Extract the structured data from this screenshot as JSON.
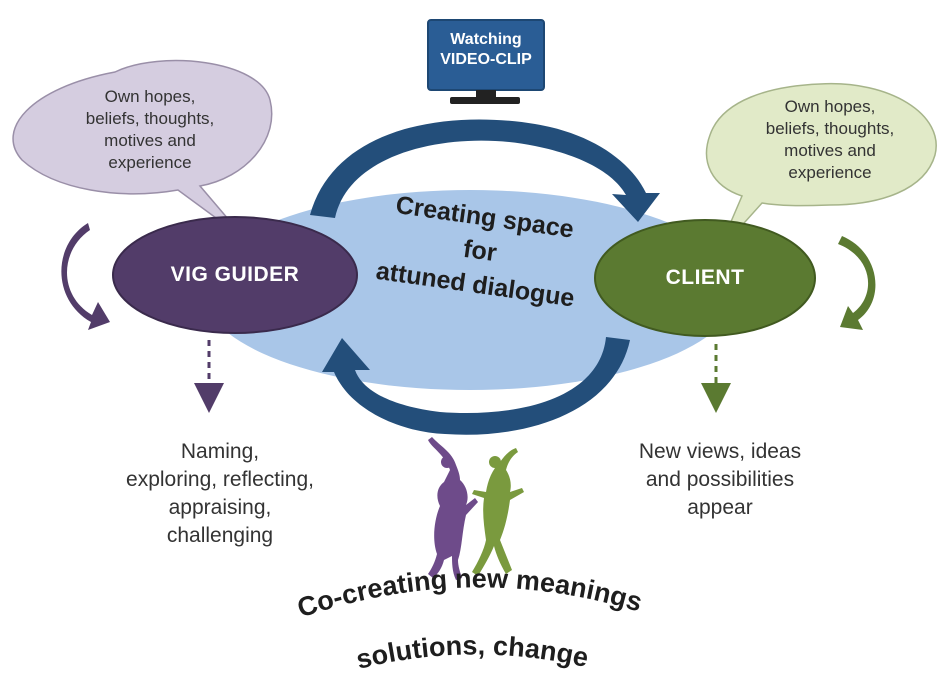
{
  "monitor": {
    "line1": "Watching",
    "line2": "VIDEO-CLIP"
  },
  "center": {
    "line1": "Creating space",
    "line2": "for",
    "line3": "attuned dialogue"
  },
  "guider": {
    "label": "VIG GUIDER",
    "bubble": [
      "Own hopes,",
      "beliefs, thoughts,",
      "motives and",
      "experience"
    ],
    "outcome": [
      "Naming,",
      "exploring, reflecting,",
      "appraising,",
      "challenging"
    ]
  },
  "client": {
    "label": "CLIENT",
    "bubble": [
      "Own hopes,",
      "beliefs, thoughts,",
      "motives and",
      "experience"
    ],
    "outcome": [
      "New views, ideas",
      "and possibilities",
      "appear"
    ]
  },
  "footer": {
    "line1": "Co-creating new meanings",
    "line2": "solutions, change"
  },
  "colors": {
    "guider": "#523c69",
    "client": "#5b7a31",
    "ellipse": "#a9c6e8",
    "arrow": "#234e7a",
    "monitor": "#2a5d95",
    "guider_bubble": "#d5cde0",
    "client_bubble": "#e1eac8"
  }
}
